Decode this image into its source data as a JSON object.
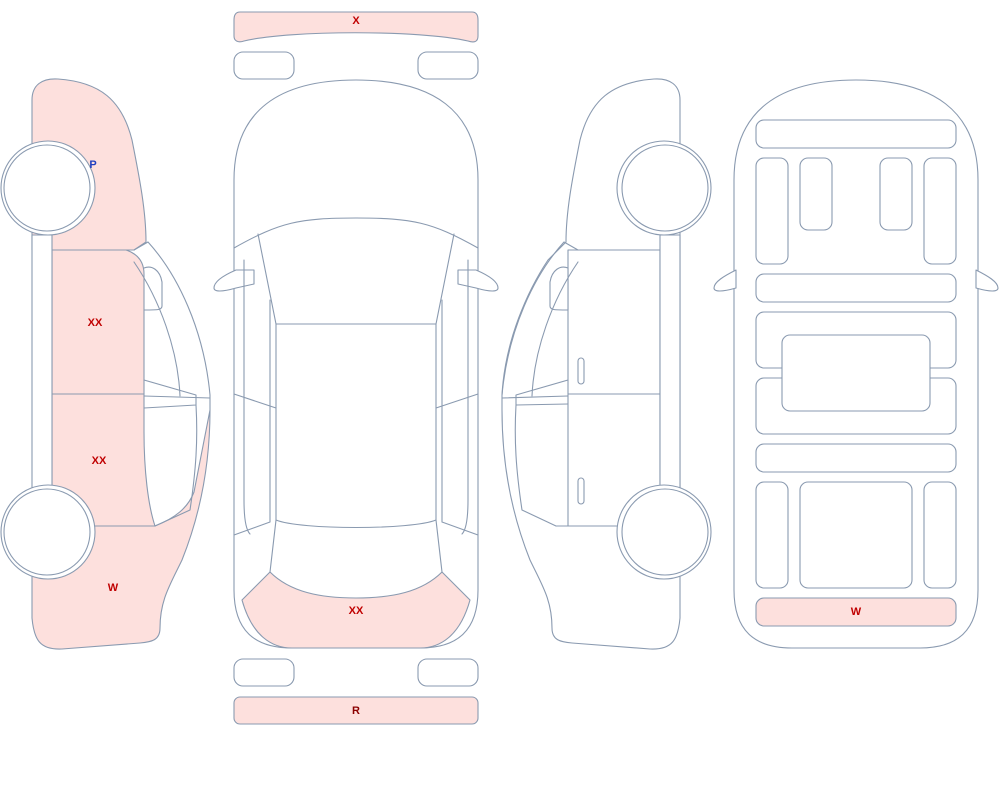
{
  "colors": {
    "outline": "#8a9ab0",
    "damaged_fill": "#fde0dd",
    "damage_code": "#c00000",
    "paint_code": "#1f3fbf",
    "rear_bumper_code": "#8b0000"
  },
  "marks": {
    "front_bumper": "X",
    "left_front_fender": "P",
    "left_front_door": "XX",
    "left_rear_door": "XX",
    "left_rear_quarter": "W",
    "trunk_lid": "XX",
    "rear_bumper": "R",
    "roof_rear_panel": "W"
  }
}
